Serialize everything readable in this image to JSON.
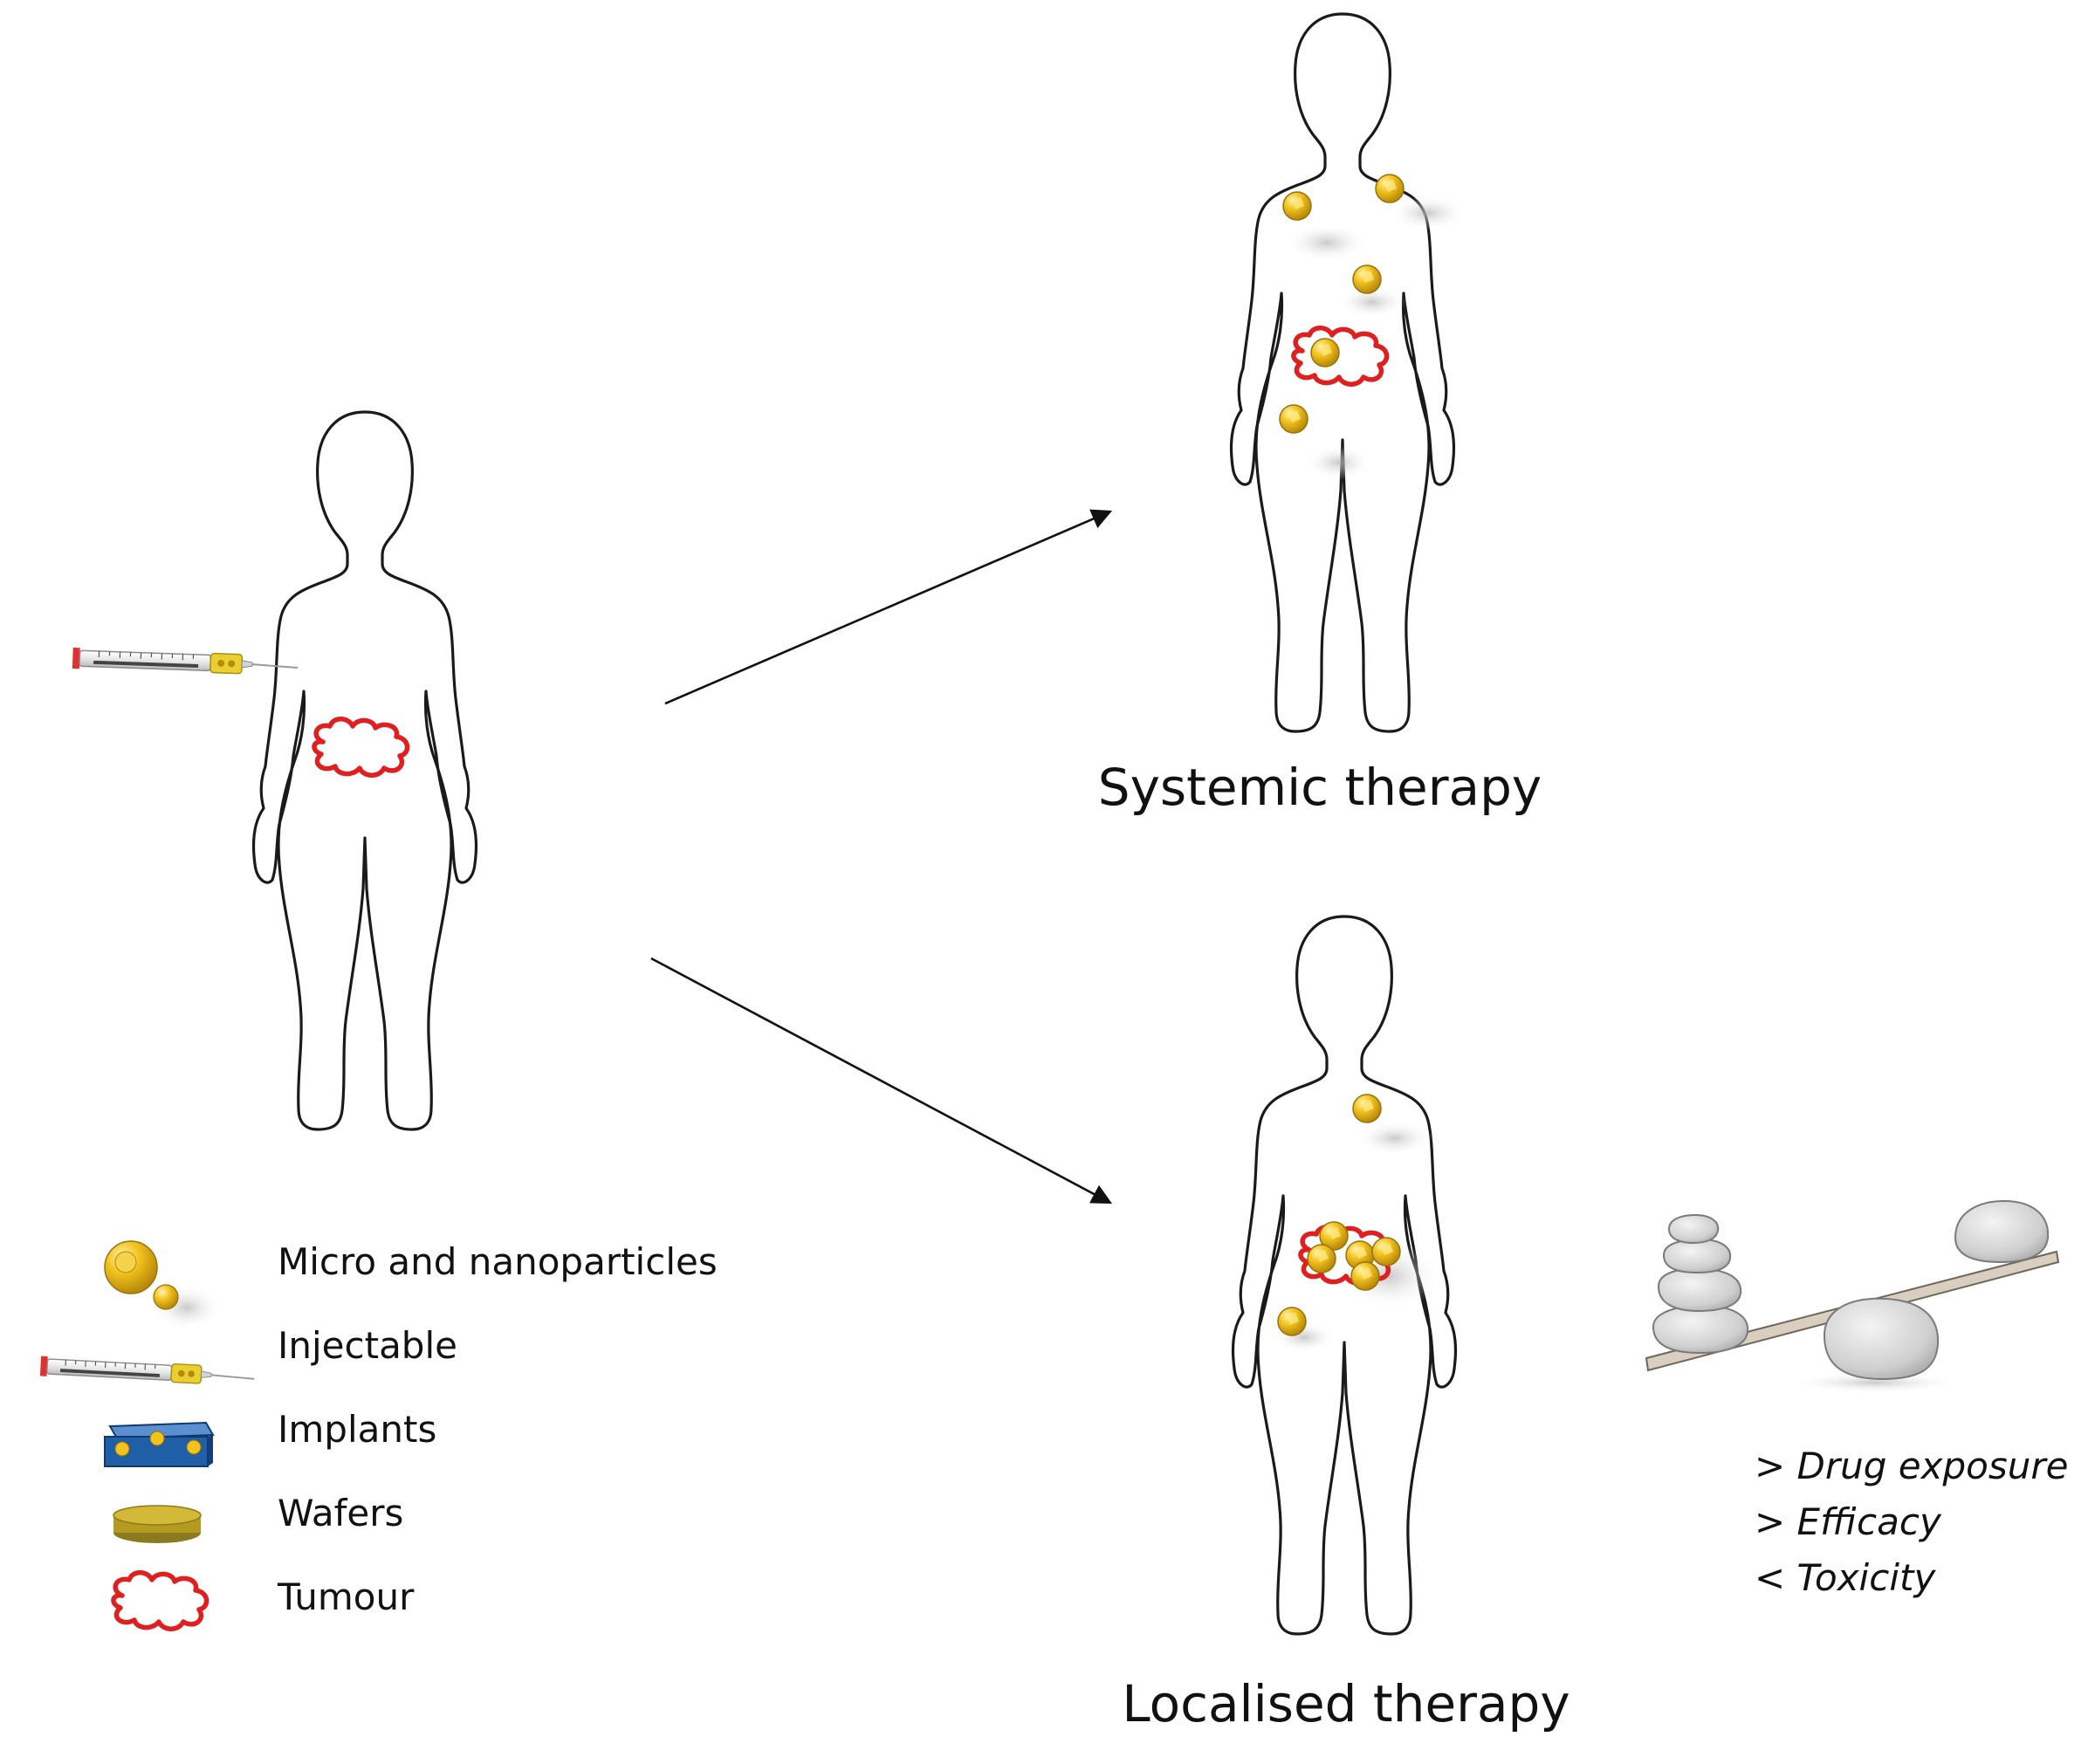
{
  "diagram": {
    "labels": {
      "systemic": "Systemic therapy",
      "localised": "Localised therapy"
    },
    "legend": [
      {
        "icon": "particles-icon",
        "label": "Micro and nanoparticles"
      },
      {
        "icon": "syringe-icon",
        "label": "Injectable"
      },
      {
        "icon": "implant-icon",
        "label": "Implants"
      },
      {
        "icon": "wafer-icon",
        "label": "Wafers"
      },
      {
        "icon": "tumour-icon",
        "label": "Tumour"
      }
    ],
    "outcomes": [
      "> Drug exposure",
      "> Efficacy",
      "< Toxicity"
    ],
    "colors": {
      "tumour": "#e02020",
      "particle": "#f0b820",
      "implant": "#1f5fa8",
      "wafer": "#c8a830",
      "syringe_plunger": "#e8d030"
    }
  }
}
